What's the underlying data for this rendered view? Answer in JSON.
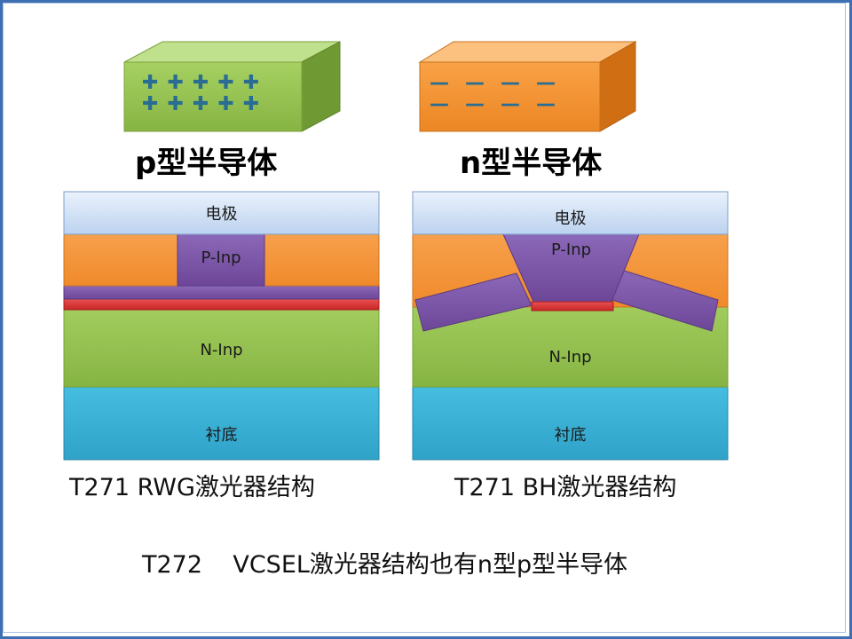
{
  "semiconductors": {
    "p_label": "p型半导体",
    "n_label": "n型半导体",
    "p_symbol": "✚",
    "n_symbol": "—"
  },
  "rwg": {
    "electrode": "电极",
    "p_layer": "P-Inp",
    "n_layer": "N-Inp",
    "substrate": "衬底",
    "caption": "T271 RWG激光器结构"
  },
  "bh": {
    "electrode": "电极",
    "p_layer": "P-Inp",
    "n_layer": "N-Inp",
    "substrate": "衬底",
    "caption": "T271 BH激光器结构"
  },
  "footer": {
    "text": "T272    VCSEL激光器结构也有n型p型半导体"
  },
  "colors": {
    "green": "#92c14f",
    "orange": "#f39234",
    "electrode": "#cfe0f5",
    "purple": "#7b54a7",
    "red": "#d93434",
    "substrate": "#3fb4d8",
    "frame": "#3f6fb3"
  }
}
